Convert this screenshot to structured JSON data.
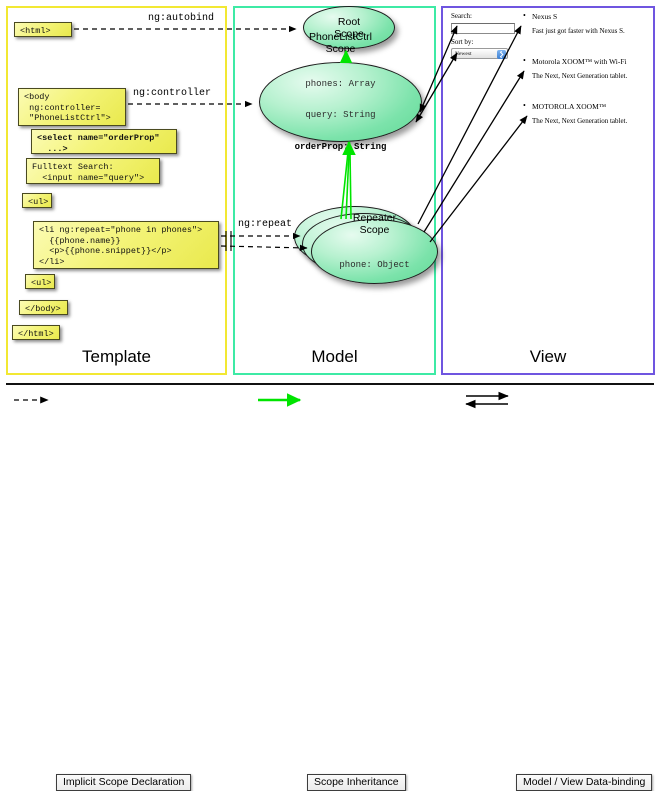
{
  "columns": [
    {
      "id": "template",
      "label": "Template",
      "border_color": "#f2e832"
    },
    {
      "id": "model",
      "label": "Model",
      "border_color": "#3eeaa5"
    },
    {
      "id": "view",
      "label": "View",
      "border_color": "#6f55e0"
    }
  ],
  "template": {
    "boxes": [
      {
        "name": "html-open-tag",
        "text": "<html>"
      },
      {
        "name": "body-open-tag",
        "text": "<body\n ng:controller=\n \"PhoneListCtrl\">"
      },
      {
        "name": "select-tag",
        "text": "<select name=\"orderProp\"\n  ...>",
        "bold": true
      },
      {
        "name": "fulltext-search",
        "text": "Fulltext Search:\n  <input name=\"query\">"
      },
      {
        "name": "ul-open-tag",
        "text": "<ul>"
      },
      {
        "name": "li-repeat-tag",
        "text": "<li ng:repeat=\"phone in phones\">\n  {{phone.name}}\n  <p>{{phone.snippet}}</p>\n</li>"
      },
      {
        "name": "ul-close-tag",
        "text": "<ul>"
      },
      {
        "name": "body-close-tag",
        "text": "</body>"
      },
      {
        "name": "html-close-tag",
        "text": "</html>"
      }
    ]
  },
  "model": {
    "root_scope": {
      "title": "Root\nScope"
    },
    "ctrl_scope": {
      "title": "PhoneListCtrl\nScope",
      "props": [
        {
          "text": "phones: Array",
          "bold": false
        },
        {
          "text": "query: String",
          "bold": false
        },
        {
          "text": "orderProp: String",
          "bold": true
        }
      ]
    },
    "repeater_scope": {
      "title": "Repeater\nScope",
      "props": [
        {
          "text": "phone: Object",
          "bold": false
        }
      ]
    }
  },
  "arrow_labels": [
    {
      "name": "ng-autobind-label",
      "text": "ng:autobind"
    },
    {
      "name": "ng-controller-label",
      "text": "ng:controller"
    },
    {
      "name": "ng-repeat-label",
      "text": "ng:repeat"
    }
  ],
  "view": {
    "search_label": "Search:",
    "search_value": "",
    "sort_label": "Sort by:",
    "sort_selected": "Newest",
    "phones": [
      {
        "name": "Nexus S",
        "snippet": "Fast just got faster with Nexus S."
      },
      {
        "name": "Motorola XOOM™ with Wi-Fi",
        "snippet": "The Next, Next Generation tablet."
      },
      {
        "name": "MOTOROLA XOOM™",
        "snippet": "The Next, Next Generation tablet."
      }
    ]
  },
  "legend": [
    {
      "name": "implicit-scope-declaration",
      "label": "Implicit Scope Declaration",
      "style": "dashed",
      "color": "#000000"
    },
    {
      "name": "scope-inheritance",
      "label": "Scope Inheritance",
      "style": "solid-green",
      "color": "#00e000"
    },
    {
      "name": "model-view-data-binding",
      "label": "Model / View Data-binding",
      "style": "double",
      "color": "#000000"
    }
  ]
}
